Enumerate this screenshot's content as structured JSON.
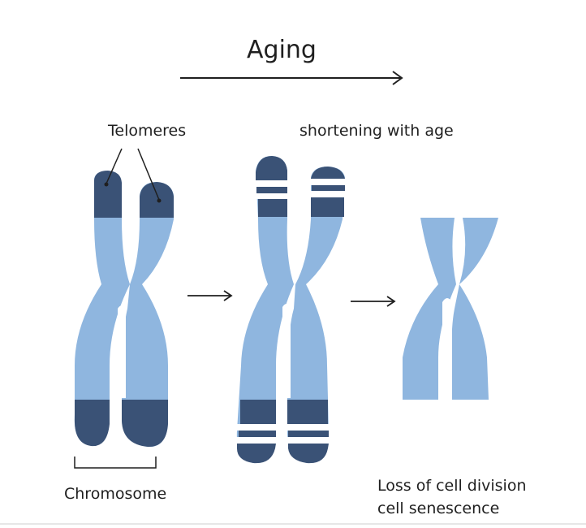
{
  "title": "Aging",
  "labels": {
    "telomeres": "Telomeres",
    "shortening": "shortening with age",
    "chromosome": "Chromosome",
    "loss_line1": "Loss of cell division",
    "loss_line2": "cell senescence"
  },
  "colors": {
    "chromosome_body": "#8fb6df",
    "telomere": "#3a5276",
    "stroke": "#1f1f1f",
    "background": "#ffffff"
  }
}
